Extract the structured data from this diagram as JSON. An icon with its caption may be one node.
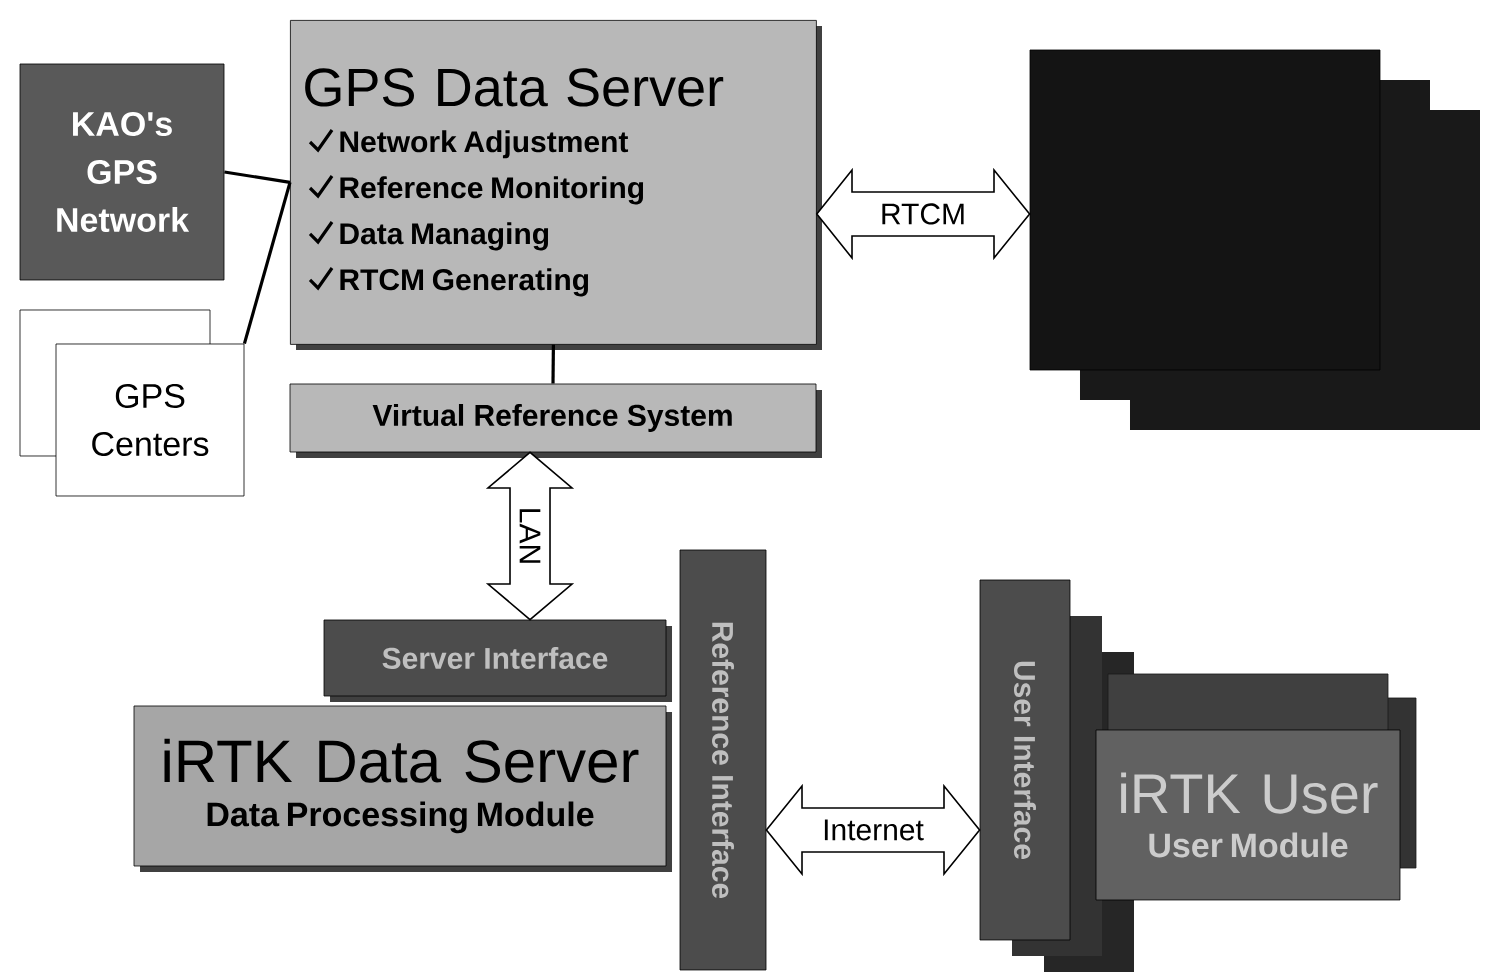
{
  "diagram": {
    "nodes": [
      {
        "text": [
          "KAO's GPS Network"
        ]
      },
      {
        "text": [
          "GPS Centers"
        ]
      },
      {
        "text": [
          "GPS Data Server",
          "Network Adjustment",
          "Reference Monitoring",
          "Data Managing",
          "RTCM Generating"
        ]
      },
      {
        "text": [
          "Virtual Reference System"
        ]
      },
      {
        "text": [],
        "shape": "box"
      },
      {
        "text": [
          "Server Interface"
        ]
      },
      {
        "text": [
          "iRTK Data Server",
          "Data Processing Module"
        ]
      },
      {
        "text": [
          "Reference Interface"
        ]
      },
      {
        "text": [
          "User Interface"
        ]
      },
      {
        "text": [
          "iRTK User",
          "User Module"
        ]
      }
    ],
    "edges": [
      {
        "from": 0,
        "to": 2,
        "arrow": "none"
      },
      {
        "from": 1,
        "to": 2,
        "arrow": "none"
      },
      {
        "from": 2,
        "to": 3,
        "arrow": "none"
      },
      {
        "from": 2,
        "to": 4,
        "arrow": "both",
        "label": "RTCM"
      },
      {
        "from": 3,
        "to": 5,
        "arrow": "both",
        "label": "LAN"
      },
      {
        "from": 7,
        "to": 8,
        "arrow": "both",
        "label": "Internet"
      }
    ]
  }
}
